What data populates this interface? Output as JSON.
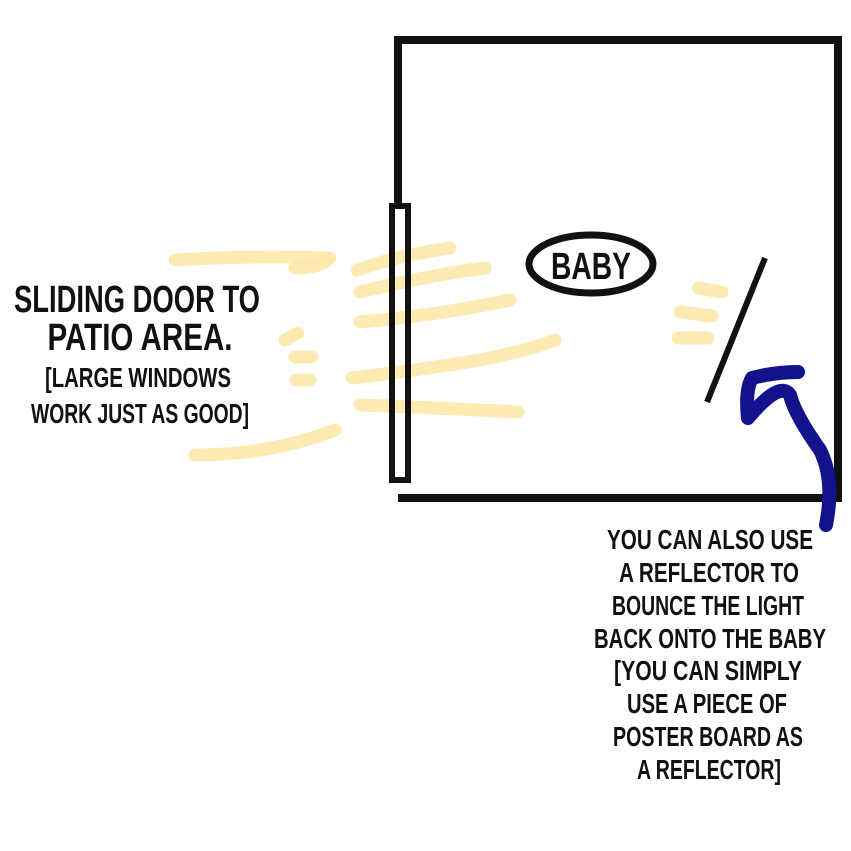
{
  "colors": {
    "wall": "#111111",
    "light": "#fde7a6",
    "arrow": "#12128c"
  },
  "room": {
    "baby_label": "BABY"
  },
  "left_caption": {
    "lines": [
      "SLIDING DOOR TO",
      "PATIO  AREA.",
      "[LARGE WINDOWS",
      "WORK JUST AS GOOD]"
    ]
  },
  "right_caption": {
    "lines": [
      "YOU CAN ALSO USE",
      "A  REFLECTOR TO",
      "BOUNCE THE LIGHT",
      "BACK  ONTO THE BABY",
      "[YOU CAN SIMPLY",
      "USE  A PIECE OF",
      "POSTER BOARD AS",
      "A REFLECTOR]"
    ]
  }
}
